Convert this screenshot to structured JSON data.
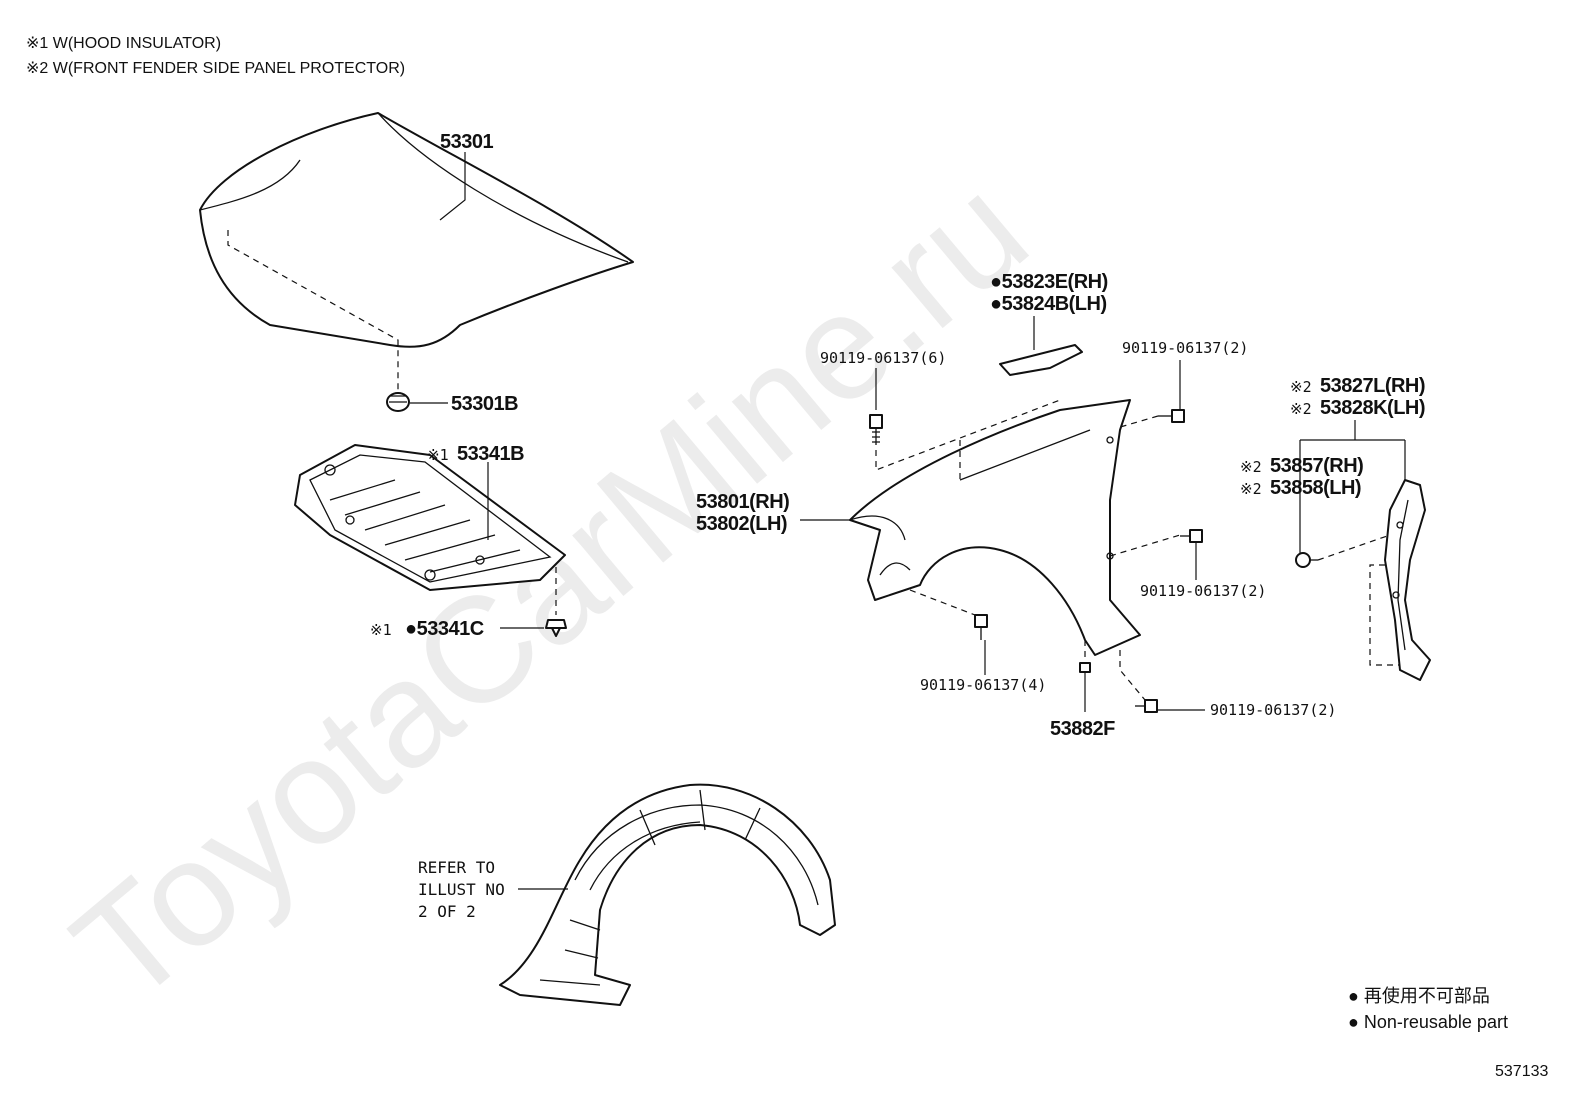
{
  "notes": {
    "note1": "※1 W(HOOD INSULATOR)",
    "note2": "※2 W(FRONT FENDER SIDE PANEL PROTECTOR)"
  },
  "watermark": "ToyotaCarMine.ru",
  "parts": {
    "hood": "53301",
    "hood_cushion": "53301B",
    "hood_insulator_mark": "※1",
    "hood_insulator": "53341B",
    "insulator_clip_mark": "※1",
    "insulator_clip": "●53341C",
    "seal_rh": "●53823E(RH)",
    "seal_lh": "●53824B(LH)",
    "bolt_top_left": "90119-06137(6)",
    "bolt_top_right": "90119-06137(2)",
    "fender_rh": "53801(RH)",
    "fender_lh": "53802(LH)",
    "bolt_lower_left": "90119-06137(4)",
    "bolt_mid_right": "90119-06137(2)",
    "bolt_bottom": "90119-06137(2)",
    "fender_bracket": "53882F",
    "protector_mark": "※2",
    "protector_rh": "53827L(RH)",
    "protector_lh": "53828K(LH)",
    "clip_mark": "※2",
    "clip_rh": "53857(RH)",
    "clip_lh": "53858(LH)"
  },
  "liner_ref": {
    "line1": "REFER TO",
    "line2": "ILLUST NO",
    "line3": "2 OF 2"
  },
  "legend": {
    "line_jp": "● 再使用不可部品",
    "line_en": "● Non-reusable part"
  },
  "figure_id": "537133"
}
